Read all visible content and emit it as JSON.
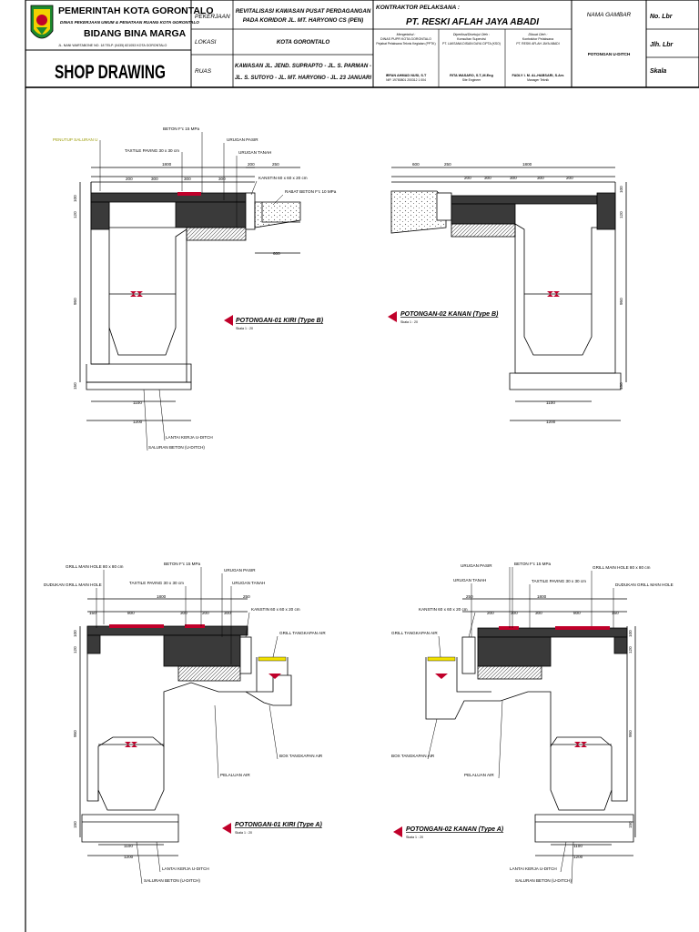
{
  "title_block": {
    "org": {
      "line1": "PEMERINTAH KOTA GORONTALO",
      "line2": "DINAS PEKERJAAN UMUM & PENATAAN RUANG KOTA GORONTALO",
      "line3": "BIDANG BINA MARGA",
      "address": "JL. NANI WARTABONE NO. 18 TELP. (0435) 821053 KOTA GORONTALO"
    },
    "drawing_type": "SHOP DRAWING",
    "fields": {
      "pekerjaan_label": "PEKERJAAN",
      "pekerjaan_value_1": "REVITALISASI KAWASAN PUSAT PERDAGANGAN",
      "pekerjaan_value_2": "PADA KORIDOR JL. MT. HARYONO CS (PEN)",
      "lokasi_label": "LOKASI",
      "lokasi_value": "KOTA GORONTALO",
      "ruas_label": "RUAS",
      "ruas_value_1": "KAWASAN JL. JEND. SUPRAPTO - JL. S. PARMAN -",
      "ruas_value_2": "JL. S. SUTOYO - JL. MT. HARYONO - JL. 23 JANUARI"
    },
    "contractor": {
      "label": "KONTRAKTOR PELAKSANA :",
      "name": "PT. RESKI AFLAH JAYA ABADI"
    },
    "signatures": [
      {
        "role": "Mengetahui :",
        "office": "DINAS PUPR KOTA GORONTALO",
        "title": "Pejabat Pelaksana Teknis Kegiatan (PPTK)",
        "name": "IRFAN AHMAD NUSI, S.T",
        "id": "NIP. 19780801 200312 1 004"
      },
      {
        "role": "Diperiksa/Disetujui Oleh :",
        "office": "Konsultan Supervisi",
        "title": "PT. LAKSANA DISAIN DAYA CIPTA (KSO)",
        "name": "RITA WASARO, S.T.,M.Eng",
        "id": "Site Engineer"
      },
      {
        "role": "Dibuat Oleh :",
        "office": "Kontraktor Pelaksana",
        "title": "PT. RESKI AFLAH JAYA ABADI",
        "name": "FADLY I. M. AL-HABSARI, S.Ars",
        "id": "Manager Teknik"
      }
    ],
    "nama_gambar_label": "NAMA GAMBAR",
    "nama_gambar_value": "POTONGAN U-DITCH",
    "no_lbr_label": "No. Lbr",
    "jlh_lbr_label": "Jlh. Lbr",
    "skala_label": "Skala"
  },
  "sections": {
    "s1": {
      "title": "POTONGAN-01 KIRI (Type B)",
      "scale": "Skala 1 : 20",
      "labels": {
        "penutup": "PENUTUP SALURAN U",
        "beton": "BETON F'c 15 MPa",
        "paving": "TAXTILE PAVING 30 x 30 cm",
        "pasir": "URUGAN PASIR",
        "tanah": "URUGAN TANAH",
        "kanstin": "KANSTIN 60 x 60 x 20 cm",
        "rabat": "RABAT BETON F'c 10 MPa",
        "lantai": "LANTAI KERJA U-DITCH",
        "saluran": "SALURAN BETON (U-DITCH)"
      },
      "dims": {
        "d1800": "1800",
        "d200": "200",
        "d300": "300",
        "d250": "250",
        "d600": "600",
        "d1100": "1100",
        "d1200": "1200",
        "v120": "120",
        "v100": "100",
        "v950": "950",
        "v150": "150"
      }
    },
    "s2": {
      "title": "POTONGAN-02 KANAN (Type B)",
      "scale": "Skala 1 : 20",
      "dims": {
        "d600": "600",
        "d250": "250",
        "d200": "200",
        "d300": "300",
        "d1800": "1800",
        "d1100": "1100",
        "d1200": "1200",
        "v100": "100",
        "v120": "120",
        "v950": "950",
        "v150": "150"
      }
    },
    "s3": {
      "title": "POTONGAN-01 KIRI (Type A)",
      "scale": "Skala 1 : 20",
      "labels": {
        "grill_main": "GRILL MAIN HOLE 80 x 80 cm",
        "dudukan": "DUDUKAN GRILL MAIN HOLE",
        "beton": "BETON F'c 15 MPa",
        "paving": "TAXTILE PAVING 30 x 30 cm",
        "pasir": "URUGAN PASIR",
        "tanah": "URUGAN TANAH",
        "kanstin": "KANSTIN 60 x 60 x 20 cm",
        "grill_tangkapan": "GRILL TANGKAPAN AIR",
        "box": "BOX TANGKAPAN AIR",
        "pelaluan": "PELALUAN AIR",
        "lantai": "LANTAI KERJA U-DITCH",
        "saluran": "SALURAN BETON (U-DITCH)"
      },
      "dims": {
        "d150": "150",
        "d800": "800",
        "d1800": "1800",
        "d300": "300",
        "d200": "200",
        "d250": "250",
        "d1100": "1100",
        "d1200": "1200",
        "v120": "120",
        "v100": "100",
        "v950": "950",
        "v150": "150"
      }
    },
    "s4": {
      "title": "POTONGAN-02 KANAN (Type A)",
      "scale": "Skala 1 : 20",
      "labels": {
        "pasir": "URUGAN PASIR",
        "beton": "BETON F'c 15 MPa",
        "grill_main": "GRILL MAIN HOLE 80 x 80 cm",
        "tanah": "URUGAN TANAH",
        "paving": "TAXTILE PAVING 30 x 30 cm",
        "dudukan": "DUDUKAN GRILL MAIN HOLE",
        "kanstin": "KANSTIN 60 x 60 x 20 cm",
        "grill_tangkapan": "GRILL TANGKAPAN AIR",
        "box": "BOX TANGKAPAN AIR",
        "pelaluan": "PELALUAN AIR",
        "lantai": "LANTAI KERJA U-DITCH",
        "saluran": "SALURAN BETON (U-DITCH)"
      },
      "dims": {
        "d250": "250",
        "d200": "200",
        "d300": "300",
        "d1800": "1800",
        "d800": "800",
        "d150": "150",
        "d1100": "1100",
        "d1200": "1200",
        "v120": "120",
        "v100": "100",
        "v950": "950",
        "v150": "150"
      }
    }
  },
  "colors": {
    "accent_red": "#c0002a",
    "accent_yellow": "#f2e200",
    "slab": "#3a3a3a",
    "olive": "#9a9a00"
  }
}
